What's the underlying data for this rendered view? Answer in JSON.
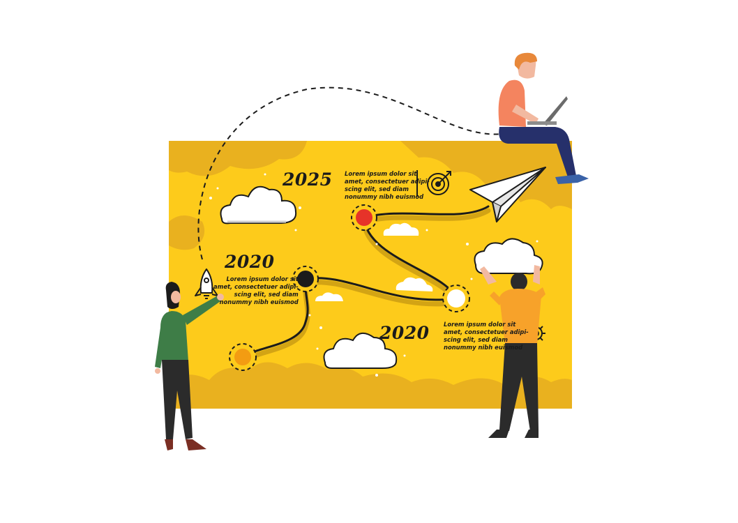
{
  "milestones": [
    {
      "year": "2025",
      "note": [
        "Lorem ipsum dolor sit",
        "amet, consectetuer adipi-",
        "scing elit, sed diam",
        "nonummy nibh euismod"
      ]
    },
    {
      "year": "2020",
      "note": [
        "Lorem ipsum dolor sit",
        "amet, consectetuer adipi-",
        "scing elit, sed diam",
        "nonummy nibh euismod"
      ]
    },
    {
      "year": "2020",
      "note": [
        "Lorem ipsum dolor sit",
        "amet, consectetuer adipi-",
        "scing elit, sed diam",
        "nonummy nibh euismod"
      ]
    }
  ],
  "colors": {
    "board": "#FDCB1B",
    "board_shade": "#E9B11F",
    "node_red": "#E63329",
    "node_black": "#1B1B1B",
    "node_white": "#FFFFFF",
    "node_orange": "#F39C12",
    "shirt_green": "#3E7D47",
    "shirt_coral": "#F4845F",
    "shirt_orange": "#F7A22A"
  },
  "icons": [
    "rocket-icon",
    "target-icon",
    "paper-plane-icon",
    "gear-icon"
  ]
}
